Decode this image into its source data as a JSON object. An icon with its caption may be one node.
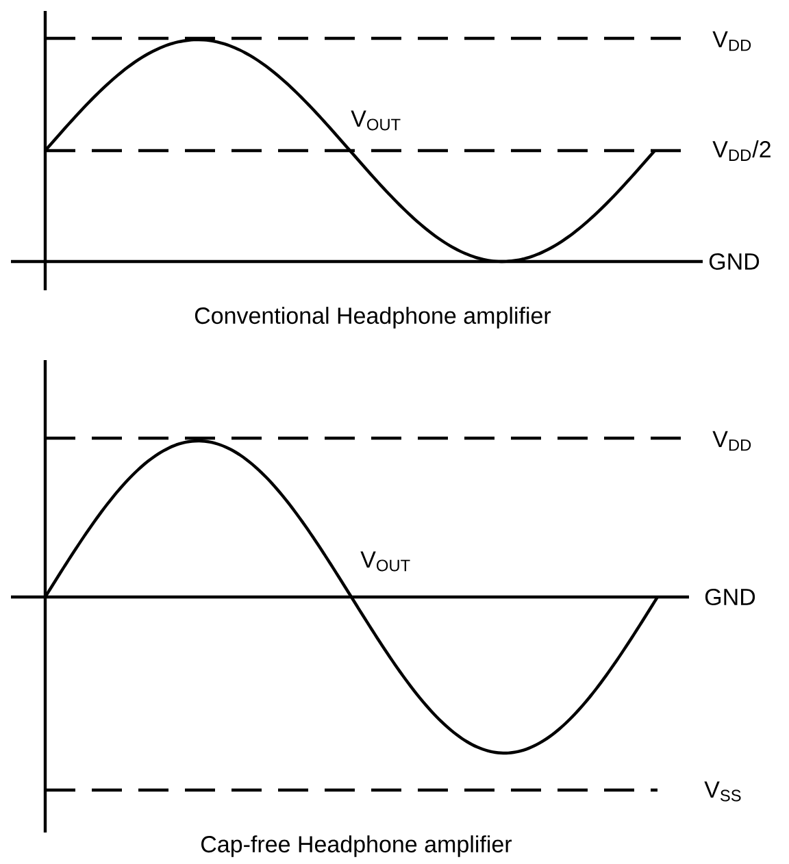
{
  "diagram": {
    "labels": [
      "V$_{DD}$",
      "V$_{OUT}$",
      "V$_{DD}$/2",
      "GND",
      "Conventional Headphone amplifier",
      "V$_{DD}$",
      "V$_{OUT}$",
      "GND",
      "V$_{SS}$",
      "Cap-free Headphone amplifier"
    ]
  }
}
